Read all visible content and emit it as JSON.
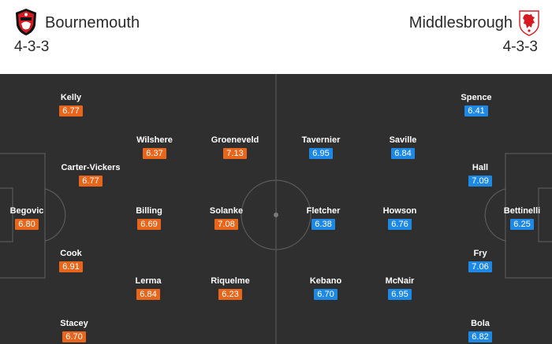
{
  "home": {
    "name": "Bournemouth",
    "formation": "4-3-3",
    "crest_icon": "bournemouth-crest-icon",
    "rating_color": "#e8661c",
    "players": [
      {
        "name": "Begovic",
        "rating": "6.80",
        "role": "goalkeeper"
      },
      {
        "name": "Kelly",
        "rating": "6.77",
        "role": "defender"
      },
      {
        "name": "Carter-Vickers",
        "rating": "6.77",
        "role": "defender"
      },
      {
        "name": "Cook",
        "rating": "6.91",
        "role": "defender"
      },
      {
        "name": "Stacey",
        "rating": "6.70",
        "role": "defender"
      },
      {
        "name": "Wilshere",
        "rating": "6.37",
        "role": "midfielder"
      },
      {
        "name": "Billing",
        "rating": "6.69",
        "role": "midfielder"
      },
      {
        "name": "Lerma",
        "rating": "6.84",
        "role": "midfielder"
      },
      {
        "name": "Groeneveld",
        "rating": "7.13",
        "role": "forward"
      },
      {
        "name": "Solanke",
        "rating": "7.08",
        "role": "forward"
      },
      {
        "name": "Riquelme",
        "rating": "6.23",
        "role": "forward"
      }
    ]
  },
  "away": {
    "name": "Middlesbrough",
    "formation": "4-3-3",
    "crest_icon": "middlesbrough-lion-crest-icon",
    "rating_color": "#1e88e5",
    "players": [
      {
        "name": "Bettinelli",
        "rating": "6.25",
        "role": "goalkeeper"
      },
      {
        "name": "Spence",
        "rating": "6.41",
        "role": "defender"
      },
      {
        "name": "Hall",
        "rating": "7.09",
        "role": "defender"
      },
      {
        "name": "Fry",
        "rating": "7.06",
        "role": "defender"
      },
      {
        "name": "Bola",
        "rating": "6.82",
        "role": "defender"
      },
      {
        "name": "Saville",
        "rating": "6.84",
        "role": "midfielder"
      },
      {
        "name": "Howson",
        "rating": "6.76",
        "role": "midfielder"
      },
      {
        "name": "McNair",
        "rating": "6.95",
        "role": "midfielder"
      },
      {
        "name": "Tavernier",
        "rating": "6.95",
        "role": "forward"
      },
      {
        "name": "Fletcher",
        "rating": "6.38",
        "role": "forward"
      },
      {
        "name": "Kebano",
        "rating": "6.70",
        "role": "forward"
      }
    ]
  },
  "pitch_color": "#2f2f2f"
}
